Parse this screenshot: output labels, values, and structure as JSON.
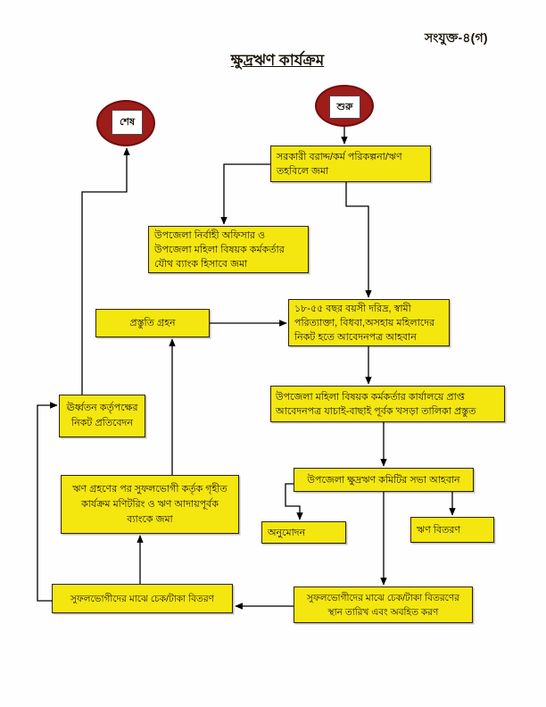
{
  "page": {
    "corner_label": "সংযুক্ত-৪(গ)",
    "title": "ক্ষুদ্রঋণ কার্যক্রম"
  },
  "terminators": {
    "start": "শুরু",
    "end": "শেষ"
  },
  "nodes": {
    "allocation": "সরকারী বরাদ্দ/কর্ম পরিকল্পনা/ঋণ\nতহবিলে জমা",
    "joint_account": "উপজেলা নির্বাহী অফিসার ও\nউপজেলা মহিলা বিষয়ক কর্মকর্তার\nযৌথ ব্যাংক হিসাবে জমা",
    "application_call": "১৮-৫৫ বছর বয়সী দরিদ্র, স্বামী\nপরিত্যাক্তা, বিধবা,অসহায় মহিলাদের\nনিকট হতে আবেদনপত্র আহবান",
    "preparation": "প্রস্তুতি গ্রহন",
    "draft_list": "উপজেলা মহিলা বিষয়ক কর্মকর্তার কার্যালয়ে প্রাপ্ত\nআবেদনপত্র যাচাই-বাছাই পূর্বক খসড়া তালিকা প্রস্তুত",
    "report_superior": "ঊর্ধ্বতন কর্তৃপক্ষের\nনিকট প্রতিবেদন",
    "committee_meeting": "উপজেলা ক্ষুদ্রঋণ কমিটির সভা আহবান",
    "monitoring": "ঋণ গ্রহণের পর সুফলভোগী কর্তৃক গৃহীত\nকার্যক্রম মণিটরিং ও ঋণ আদায়পূর্বক\nব্যাংকে জমা",
    "approval": "অনুমোদন",
    "loan_distribution": "ঋণ বিতরণ",
    "cheque_distribution": "সুফলভোগীদের মাঝে চেক/টাকা বিতরণ",
    "distribution_notice": "সুফলভোগীদের মাঝে চেক/টাকা বিতরণের\nস্থান তারিখ এবং অবহিত করণ"
  },
  "colors": {
    "box_fill": "#f3e70f",
    "box_border": "#332113",
    "terminator_fill": "#9e1c19",
    "line": "#000000"
  }
}
